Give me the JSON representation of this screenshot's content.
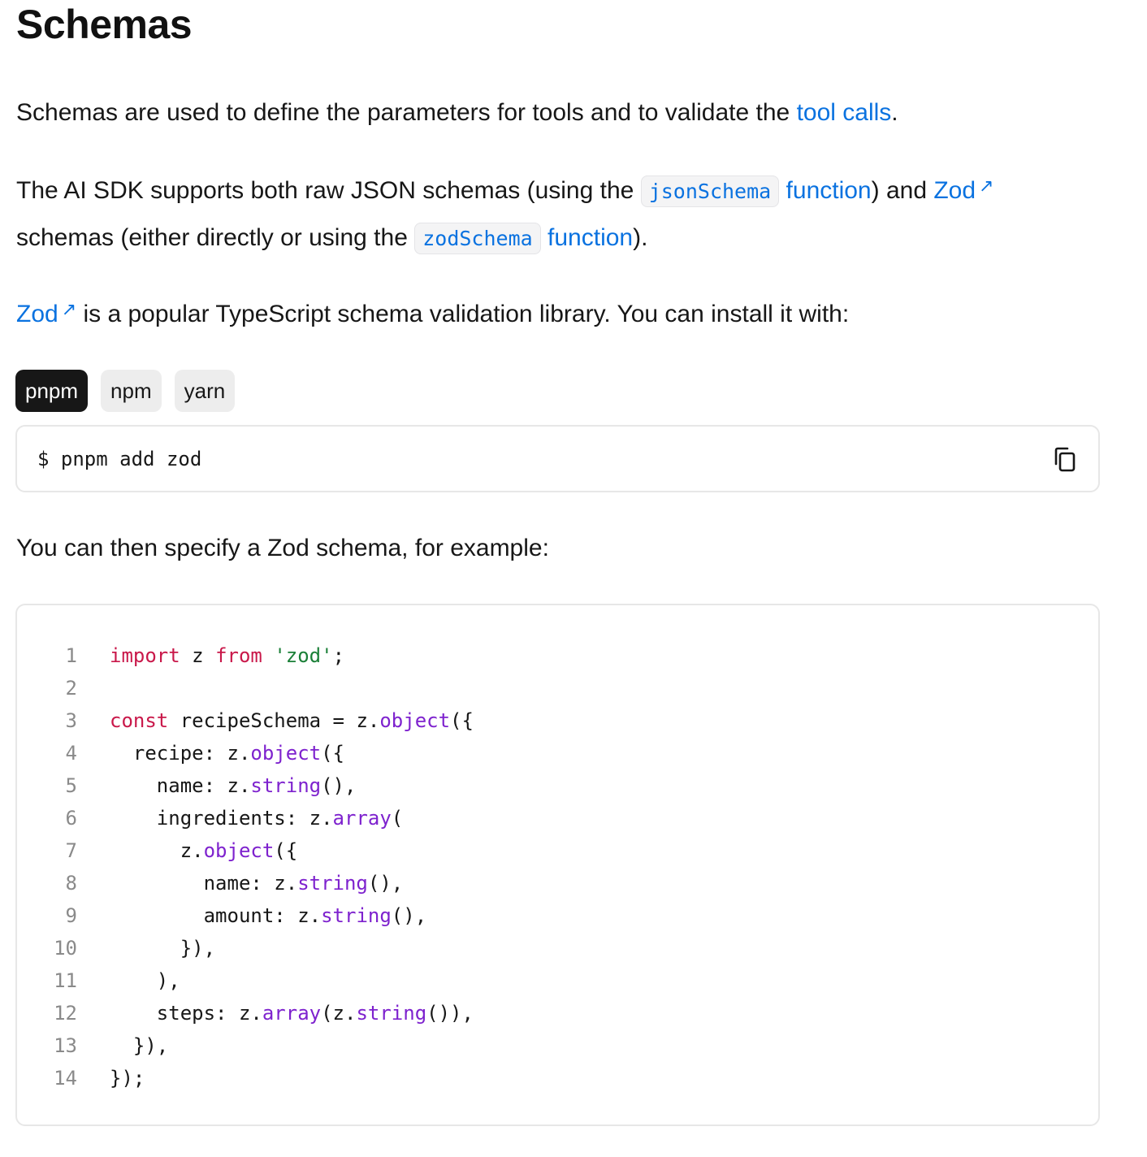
{
  "title": "Schemas",
  "intro": {
    "text": "Schemas are used to define the parameters for tools and to validate the ",
    "link": "tool calls",
    "end": "."
  },
  "sdk": {
    "t1": "The AI SDK supports both raw JSON schemas (using the ",
    "code1": "jsonSchema",
    "link1": "function",
    "t2": ") and ",
    "zod_link": "Zod",
    "ext_icon": "↗",
    "t3": " schemas (either directly or using the ",
    "code2": "zodSchema",
    "link2": "function",
    "t4": ")."
  },
  "zod_para": {
    "link": "Zod",
    "ext_icon": "↗",
    "text": " is a popular TypeScript schema validation library. You can install it with:"
  },
  "tabs": [
    "pnpm",
    "npm",
    "yarn"
  ],
  "active_tab": "pnpm",
  "install": {
    "command": "$ pnpm add zod",
    "copy_icon": "copy-icon"
  },
  "example_para": "You can then specify a Zod schema, for example:",
  "code": {
    "line_numbers": [
      "1",
      "2",
      "3",
      "4",
      "5",
      "6",
      "7",
      "8",
      "9",
      "10",
      "11",
      "12",
      "13",
      "14"
    ],
    "tokens": {
      "l1": [
        "import",
        " z ",
        "from",
        " ",
        "'zod'",
        ";"
      ],
      "l3": [
        "const",
        " recipeSchema = z.",
        "object",
        "({"
      ],
      "l4": [
        "  recipe: z.",
        "object",
        "({"
      ],
      "l5": [
        "    name: z.",
        "string",
        "(),"
      ],
      "l6": [
        "    ingredients: z.",
        "array",
        "("
      ],
      "l7": [
        "      z.",
        "object",
        "({"
      ],
      "l8": [
        "        name: z.",
        "string",
        "(),"
      ],
      "l9": [
        "        amount: z.",
        "string",
        "(),"
      ],
      "l10": [
        "      }),"
      ],
      "l11": [
        "    ),"
      ],
      "l12": [
        "    steps: z.",
        "array",
        "(z.",
        "string",
        "()),"
      ],
      "l13": [
        "  }),"
      ],
      "l14": [
        "});"
      ]
    }
  }
}
